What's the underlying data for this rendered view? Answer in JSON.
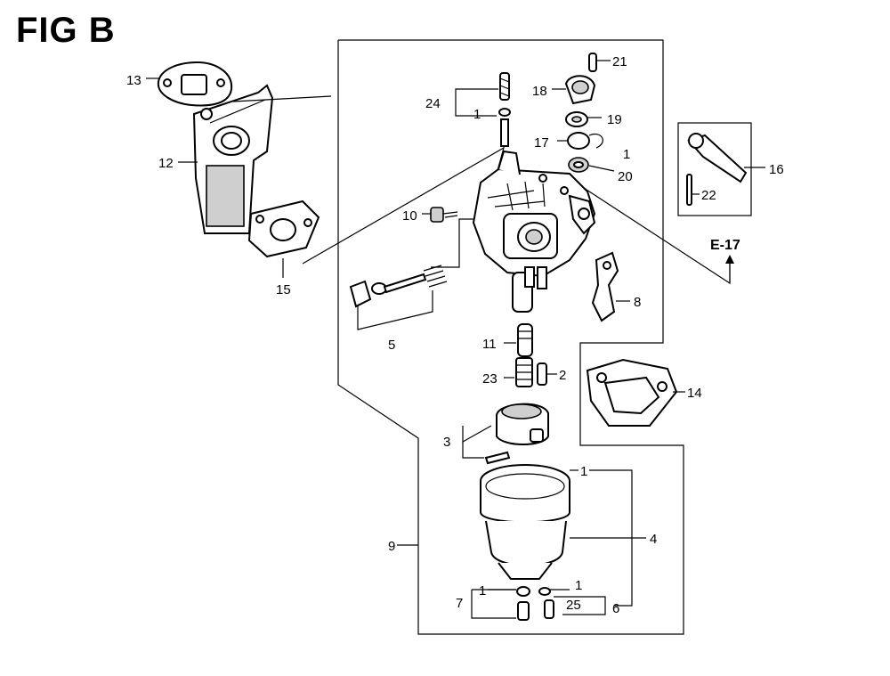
{
  "title": "FIG B",
  "reference": "E-17",
  "labels": {
    "p1a": "1",
    "p1b": "1",
    "p1c": "1",
    "p1d": "1",
    "p1e": "1",
    "p2": "2",
    "p3": "3",
    "p4": "4",
    "p5": "5",
    "p6": "6",
    "p7": "7",
    "p8": "8",
    "p9": "9",
    "p10": "10",
    "p11": "11",
    "p12": "12",
    "p13": "13",
    "p14": "14",
    "p15": "15",
    "p16": "16",
    "p17": "17",
    "p18": "18",
    "p19": "19",
    "p20": "20",
    "p21": "21",
    "p22": "22",
    "p23": "23",
    "p24": "24",
    "p25": "25"
  }
}
